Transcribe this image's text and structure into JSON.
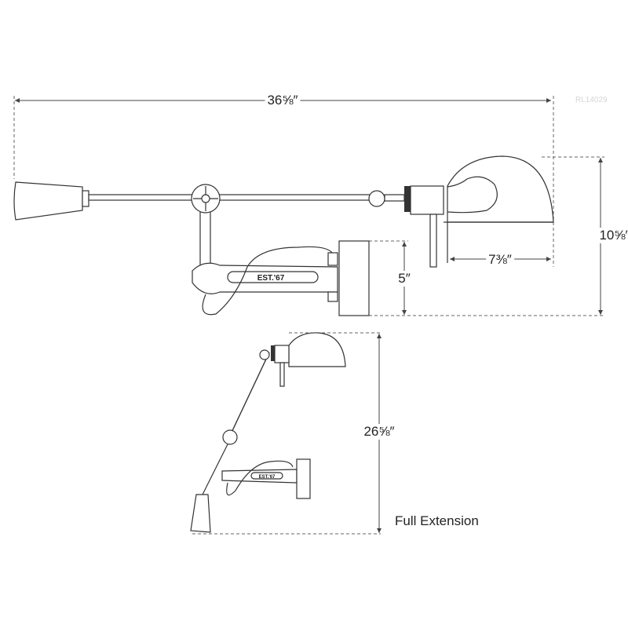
{
  "product_code": "RL14029",
  "dimensions": {
    "overall_width": "36⅝″",
    "overall_height": "10⅝″",
    "backplate_height": "5″",
    "shade_depth": "7⅜″",
    "full_extension_height": "26⅝″"
  },
  "engraving": "EST.'67",
  "caption": "Full Extension"
}
